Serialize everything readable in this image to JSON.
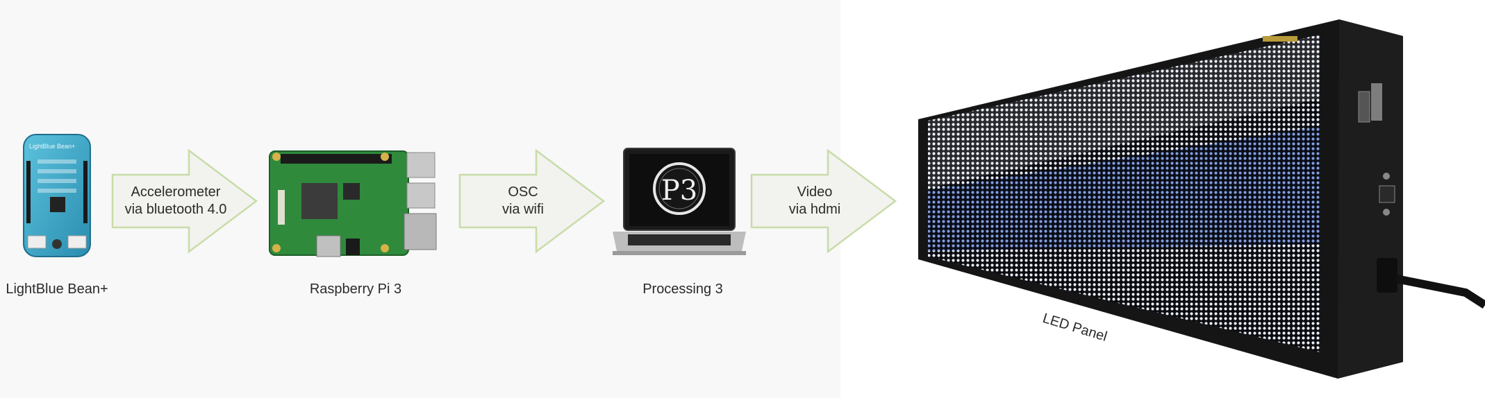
{
  "devices": [
    {
      "id": "bean",
      "label": "LightBlue Bean+",
      "icon": "lightblue-bean-board-icon",
      "board_text": "LightBlue Bean+"
    },
    {
      "id": "rpi",
      "label": "Raspberry Pi 3",
      "icon": "raspberry-pi-board-icon"
    },
    {
      "id": "laptop",
      "label": "Processing 3",
      "icon": "laptop-processing-icon",
      "logo_text": "P3"
    },
    {
      "id": "led",
      "label": "LED Panel",
      "icon": "led-panel-icon"
    }
  ],
  "arrows": [
    {
      "line1": "Accelerometer",
      "line2": "via bluetooth 4.0"
    },
    {
      "line1": "OSC",
      "line2": "via wifi"
    },
    {
      "line1": "Video",
      "line2": "via hdmi"
    }
  ],
  "colors": {
    "arrow_fill": "#f2f2ee",
    "arrow_stroke": "#c8dca8",
    "bean_board": "#3aa8c8",
    "pi_board": "#2f8a3c",
    "led_frame": "#151515"
  }
}
